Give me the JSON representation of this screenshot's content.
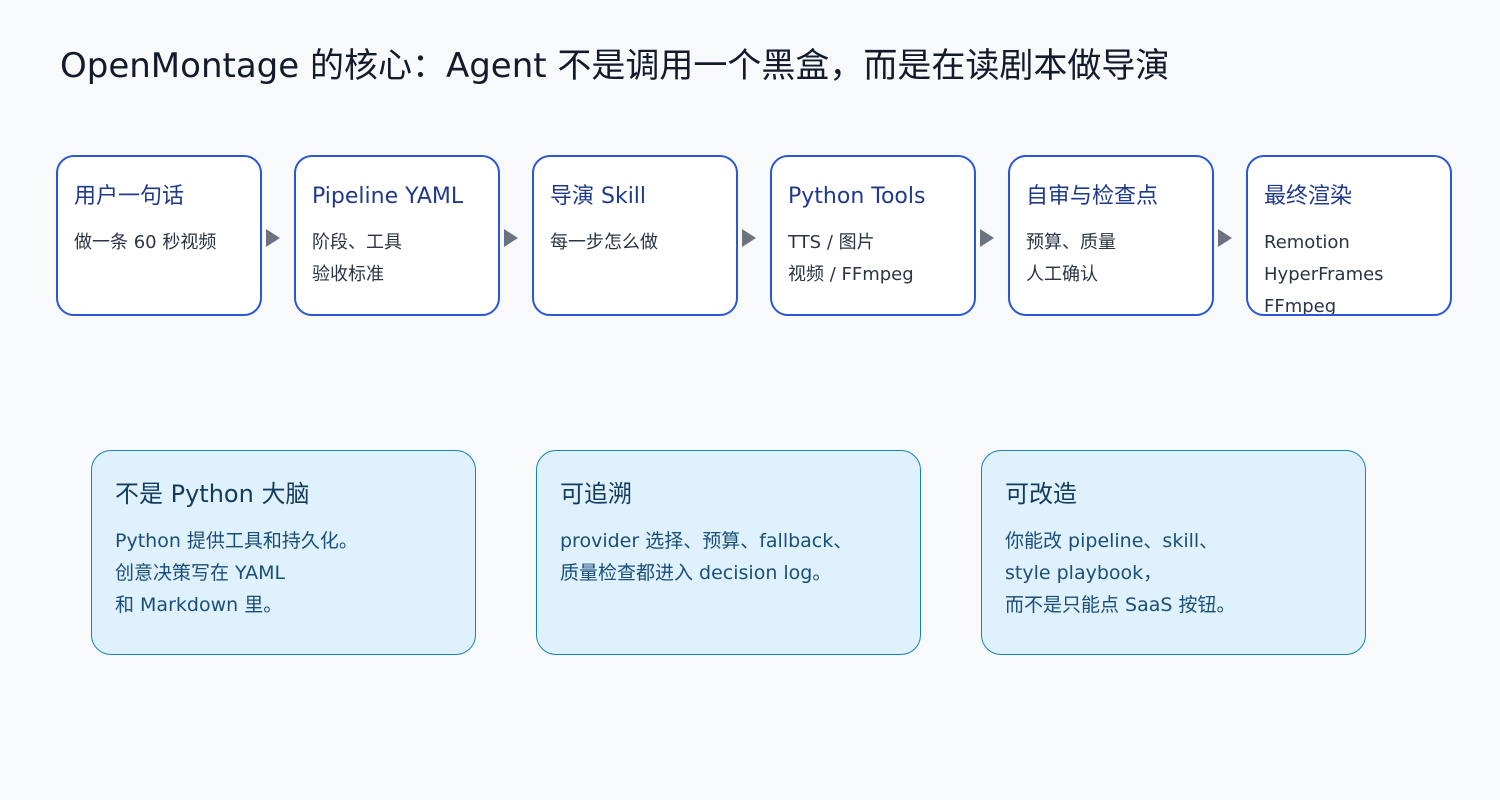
{
  "title": "OpenMontage 的核心：Agent 不是调用一个黑盒，而是在读剧本做导演",
  "pipeline": [
    {
      "title": "用户一句话",
      "lines": [
        "做一条 60 秒视频"
      ]
    },
    {
      "title": "Pipeline YAML",
      "lines": [
        "阶段、工具",
        "验收标准"
      ]
    },
    {
      "title": "导演 Skill",
      "lines": [
        "每一步怎么做"
      ]
    },
    {
      "title": "Python Tools",
      "lines": [
        "TTS / 图片",
        "视频 / FFmpeg"
      ]
    },
    {
      "title": "自审与检查点",
      "lines": [
        "预算、质量",
        "人工确认"
      ]
    },
    {
      "title": "最终渲染",
      "lines": [
        "Remotion",
        "HyperFrames",
        "FFmpeg"
      ]
    }
  ],
  "notes": [
    {
      "title": "不是 Python 大脑",
      "lines": [
        "Python 提供工具和持久化。",
        "创意决策写在 YAML",
        "和 Markdown 里。"
      ]
    },
    {
      "title": "可追溯",
      "lines": [
        "provider 选择、预算、fallback、",
        "质量检查都进入 decision log。"
      ]
    },
    {
      "title": "可改造",
      "lines": [
        "你能改 pipeline、skill、",
        "style playbook，",
        "而不是只能点 SaaS 按钮。"
      ]
    }
  ],
  "colors": {
    "stage_border": "#2b56d4",
    "stage_title": "#1f3a8a",
    "arrow": "#6b7280",
    "note_fill": "#dff1fc",
    "note_border": "#1184b8",
    "note_title": "#123b5e",
    "note_text": "#1a4e7a",
    "background": "#f7f9fb"
  }
}
